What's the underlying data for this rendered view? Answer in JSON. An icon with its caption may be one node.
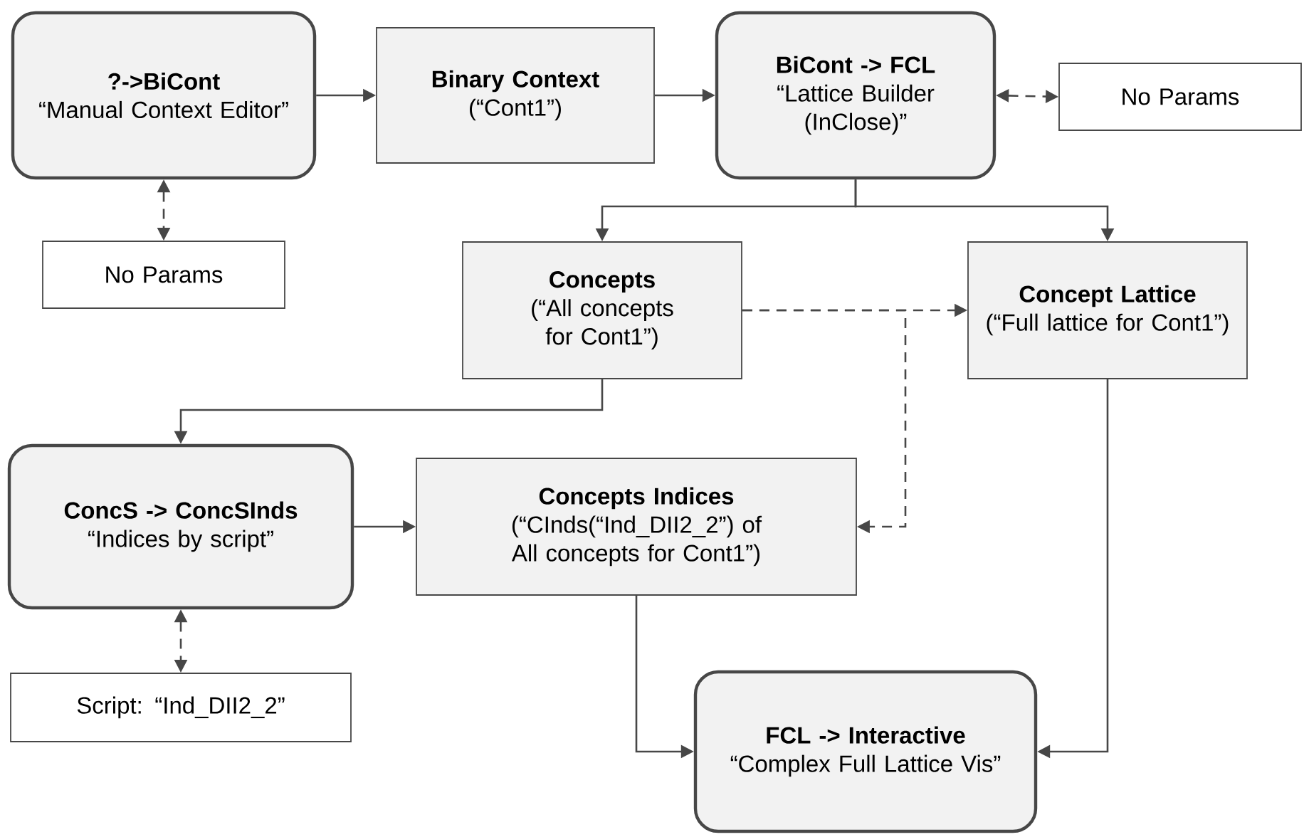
{
  "diagram": {
    "nodes": [
      {
        "text": [
          "?->BiCont",
          "“Manual Context Editor”"
        ]
      },
      {
        "text": [
          "Binary Context",
          "(“Cont1”)"
        ]
      },
      {
        "text": [
          "BiCont -> FCL",
          "“Lattice Builder (InClose)”"
        ]
      },
      {
        "text": [
          "No Params"
        ]
      },
      {
        "text": [
          "No Params"
        ]
      },
      {
        "text": [
          "Concepts",
          "(“All concepts for Cont1”)"
        ]
      },
      {
        "text": [
          "Concept Lattice",
          "(“Full lattice for Cont1”)"
        ]
      },
      {
        "text": [
          "ConcS -> ConcSInds",
          "“Indices by script”"
        ]
      },
      {
        "text": [
          "Concepts Indices",
          "(“CInds(“Ind_DII2_2”) of All concepts for Cont1”)"
        ]
      },
      {
        "text": [
          "Script: “Ind_DII2_2”"
        ]
      },
      {
        "text": [
          "FCL -> Interactive",
          "“Complex Full Lattice Vis”"
        ]
      }
    ],
    "edges": [
      {
        "from": 0,
        "to": 1,
        "arrow": "to"
      },
      {
        "from": 1,
        "to": 2,
        "arrow": "to"
      },
      {
        "from": 2,
        "to": 3,
        "arrow": "both",
        "style": "dashed"
      },
      {
        "from": 0,
        "to": 4,
        "arrow": "both",
        "style": "dashed"
      },
      {
        "from": 2,
        "to": 5,
        "arrow": "to"
      },
      {
        "from": 2,
        "to": 6,
        "arrow": "to"
      },
      {
        "from": 5,
        "to": 6,
        "arrow": "to",
        "style": "dashed"
      },
      {
        "from": 5,
        "to": 8,
        "arrow": "to",
        "style": "dashed"
      },
      {
        "from": 5,
        "to": 7,
        "arrow": "to"
      },
      {
        "from": 7,
        "to": 8,
        "arrow": "to"
      },
      {
        "from": 7,
        "to": 9,
        "arrow": "both",
        "style": "dashed"
      },
      {
        "from": 8,
        "to": 10,
        "arrow": "to"
      },
      {
        "from": 6,
        "to": 10,
        "arrow": "to"
      }
    ]
  }
}
